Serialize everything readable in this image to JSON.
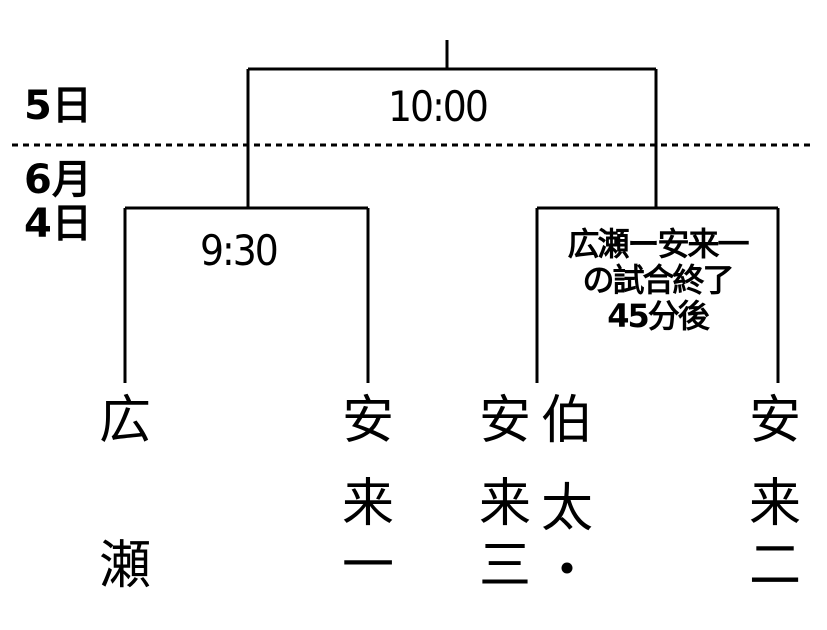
{
  "dates": {
    "final_day": "5日",
    "month": "6月",
    "semi_day": "4日"
  },
  "times": {
    "final": "10:00",
    "semi_left": "9:30"
  },
  "note": {
    "line1": "広瀬ー安来一",
    "line2": "の試合終了",
    "line3": "45分後"
  },
  "teams": [
    {
      "chars": [
        "広",
        "",
        "瀬"
      ]
    },
    {
      "chars": [
        "安",
        "来",
        "一"
      ]
    },
    {
      "chars": [
        "安",
        "来",
        "三"
      ]
    },
    {
      "chars": [
        "伯",
        "太",
        "・"
      ]
    },
    {
      "chars": [
        "安",
        "来",
        "二"
      ]
    }
  ]
}
